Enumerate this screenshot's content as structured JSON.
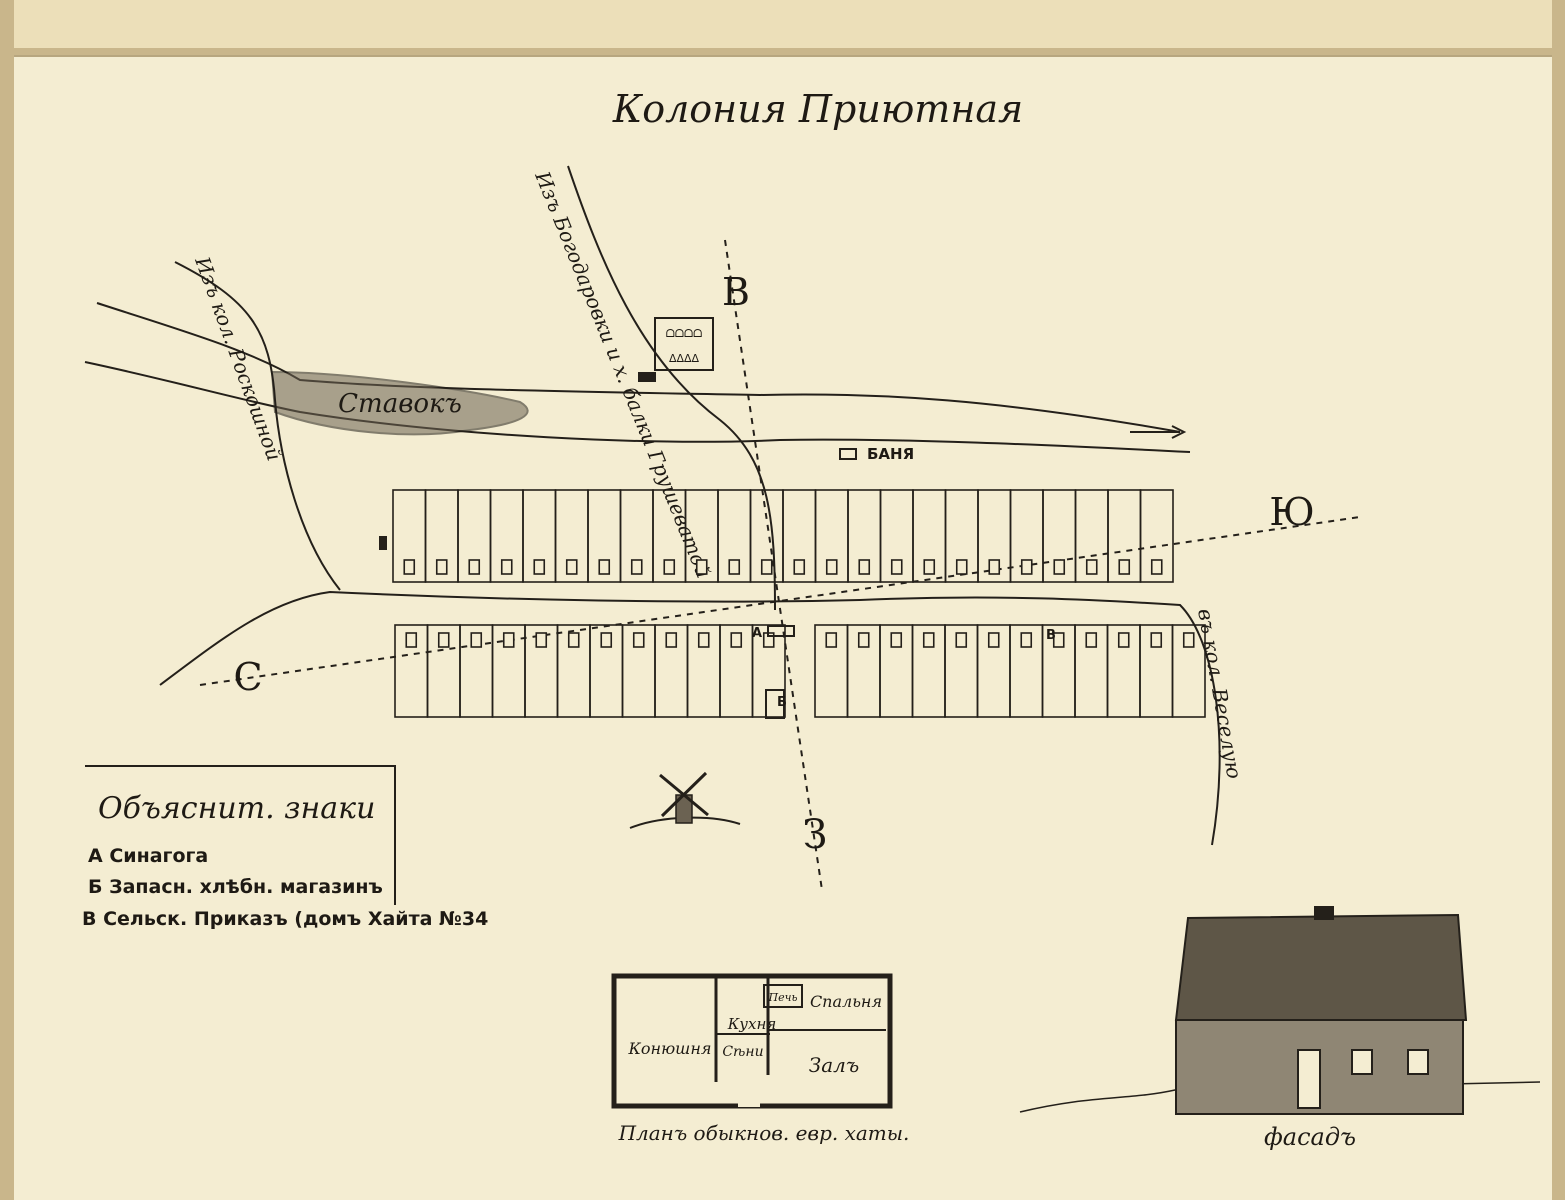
{
  "title": "Колония Приютная",
  "map": {
    "compass": {
      "north": "С",
      "south": "Ю",
      "east": "В",
      "west": "З"
    },
    "pond_label": "Ставокъ",
    "bath_label": "БАНЯ",
    "roads": {
      "northwest": "Изъ кол. Роскошной",
      "north": "Изъ Богодаровки и х. балки Грушеватой",
      "east": "въ кол. Веселую"
    },
    "markers": {
      "a": "А",
      "b": "Б",
      "v": "В"
    }
  },
  "legend": {
    "title": "Объяснит. знаки",
    "items": [
      "А  Синагога",
      "Б  Запасн. хлѣбн. магазинъ",
      "В  Сельск. Приказъ (домъ Хайта №34"
    ]
  },
  "house_plan": {
    "caption": "Планъ обыкнов. евр. хаты.",
    "rooms": {
      "stable": "Конюшня",
      "stove": "Печь",
      "bedroom": "Спальня",
      "kitchen": "Кухня",
      "hall": "Сѣни",
      "parlor": "Залъ"
    }
  },
  "facade": {
    "caption": "фасадъ"
  },
  "colors": {
    "paper": "#f4edd2",
    "ink": "#24201a",
    "border": "#cbb98f"
  }
}
